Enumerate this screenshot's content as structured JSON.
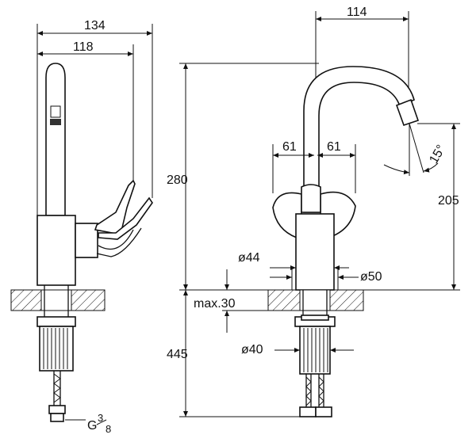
{
  "dimensions": {
    "w134": "134",
    "w118": "118",
    "w114": "114",
    "h280": "280",
    "d61_left": "61",
    "d61_right": "61",
    "angle15": "15°",
    "h205": "205",
    "d44": "ø44",
    "d50": "ø50",
    "max30": "max.30",
    "d40": "ø40",
    "h445": "445",
    "thread_g": "G",
    "thread_num": "3",
    "thread_den": "8"
  },
  "colors": {
    "line": "#111111",
    "background": "#ffffff"
  }
}
